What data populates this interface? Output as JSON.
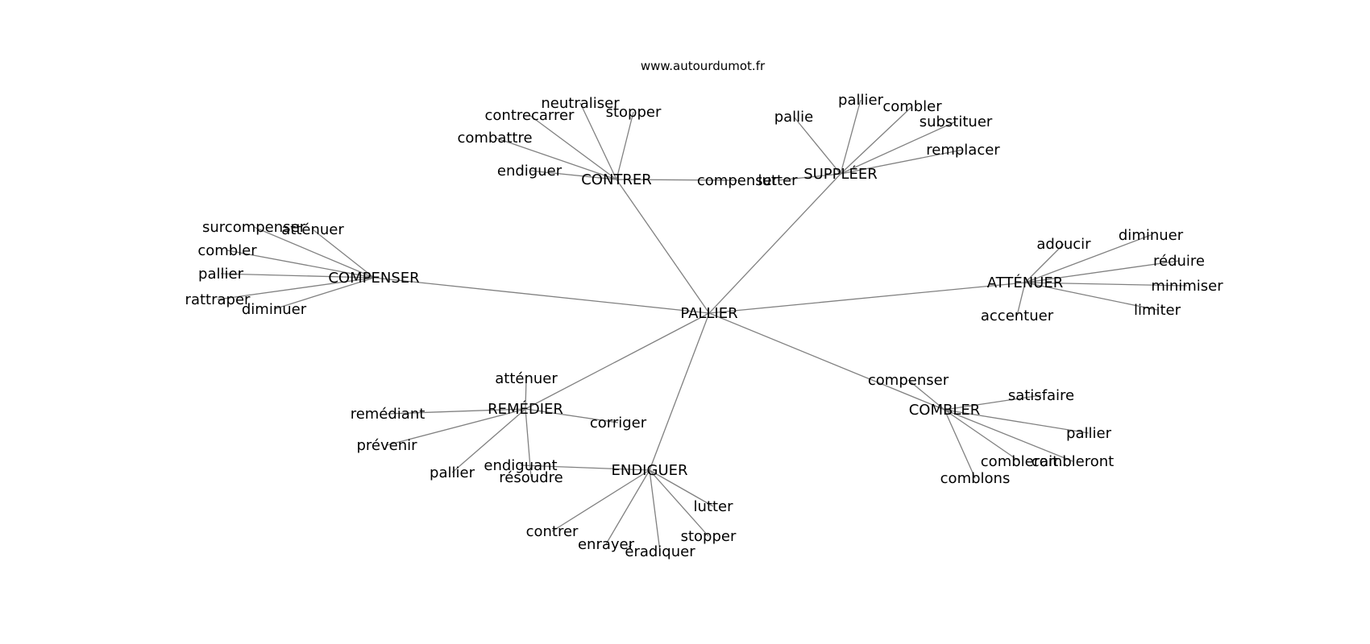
{
  "site": "www.autourdumot.fr",
  "center": "PALLIER",
  "hubs": [
    {
      "id": "contrer",
      "label": "CONTRER",
      "leaves": [
        "neutraliser",
        "contrecarrer",
        "stopper",
        "combattre",
        "endiguer",
        "compenser"
      ]
    },
    {
      "id": "suppleer",
      "label": "SUPPLÉER",
      "leaves": [
        "pallie",
        "pallier",
        "combler",
        "substituer",
        "remplacer",
        "lutter"
      ]
    },
    {
      "id": "compenser",
      "label": "COMPENSER",
      "leaves": [
        "surcompenser",
        "atténuer",
        "combler",
        "pallier",
        "rattraper",
        "diminuer"
      ]
    },
    {
      "id": "attenuer",
      "label": "ATTÉNUER",
      "leaves": [
        "adoucir",
        "diminuer",
        "réduire",
        "minimiser",
        "accentuer",
        "limiter"
      ]
    },
    {
      "id": "remedier",
      "label": "REMÉDIER",
      "leaves": [
        "atténuer",
        "remédiant",
        "corriger",
        "prévenir",
        "pallier",
        "résoudre"
      ]
    },
    {
      "id": "combler",
      "label": "COMBLER",
      "leaves": [
        "compenser",
        "satisfaire",
        "pallier",
        "combleront",
        "comblerait",
        "comblons"
      ]
    },
    {
      "id": "endiguer",
      "label": "ENDIGUER",
      "leaves": [
        "endiguant",
        "lutter",
        "contrer",
        "stopper",
        "enrayer",
        "éradiquer"
      ]
    }
  ]
}
